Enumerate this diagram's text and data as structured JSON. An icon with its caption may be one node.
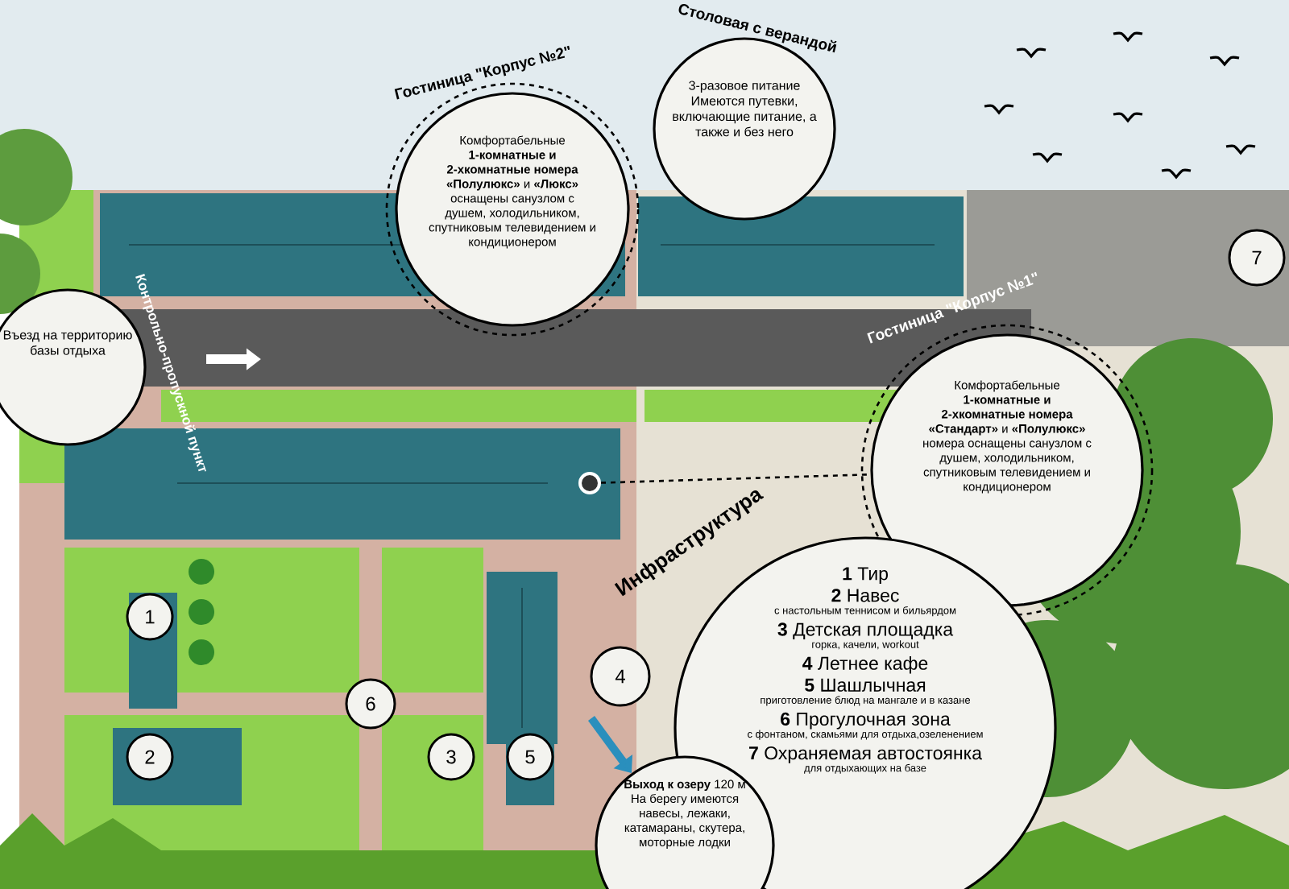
{
  "diagram": {
    "nodes": [
      {
        "text": [
          "Гостиница \"Корпус №2\"",
          "Комфортабельные **1-комнатные и 2-хкомнатные номера «Полулюкс»** и **«Люкс»** оснащены санузлом с душем, холодильником, спутниковым телевидением и кондиционером"
        ]
      },
      {
        "text": [
          "Столовая с верандой",
          "3-разовое питание Имеются путевки, включающие питание, а также и без него"
        ]
      },
      {
        "text": [
          "Контрольно-пропускной пункт",
          "Въезд на территорию базы отдыха"
        ]
      },
      {
        "text": [
          "Гостиница \"Корпус №1\"",
          "Комфортабельные **1-комнатные и 2-хкомнатные номера «Стандарт»** и **«Полулюкс»** номера оснащены санузлом с душем, холодильником, спутниковым телевидением и кондиционером"
        ]
      },
      {
        "text": [
          "Инфраструктура",
          "**1** Тир",
          "**2** Навес",
          "с настольным теннисом и бильярдом",
          "**3** Детская площадка",
          "горка, качели, workout",
          "**4** Летнее кафе",
          "**5** Шашлычная",
          "приготовление блюд на мангале и в казане",
          "**6** Прогулочная зона",
          "с фонтаном, скамьями для отдыха,озеленением",
          "**7** Охраняемая автостоянка",
          "для отдыхающих на базе"
        ]
      },
      {
        "text": [
          "**Выход к озеру** 120 м",
          "На берегу имеются навесы, лежаки, катамараны, скутера, моторные лодки"
        ]
      },
      {
        "text": [
          "7"
        ]
      },
      {
        "text": [
          "1"
        ]
      },
      {
        "text": [
          "4"
        ]
      },
      {
        "text": [
          "6"
        ]
      },
      {
        "text": [
          "2"
        ]
      },
      {
        "text": [
          "3"
        ]
      },
      {
        "text": [
          "5"
        ]
      },
      {
        "text": [],
        "shape": "circle"
      }
    ],
    "edges": [
      {
        "from": 13,
        "to": 3,
        "arrow": "none",
        "style": "dashed"
      },
      {
        "from": null,
        "to": 5,
        "arrow": "to",
        "style": "thick",
        "color": "#2a8fbd"
      }
    ]
  }
}
